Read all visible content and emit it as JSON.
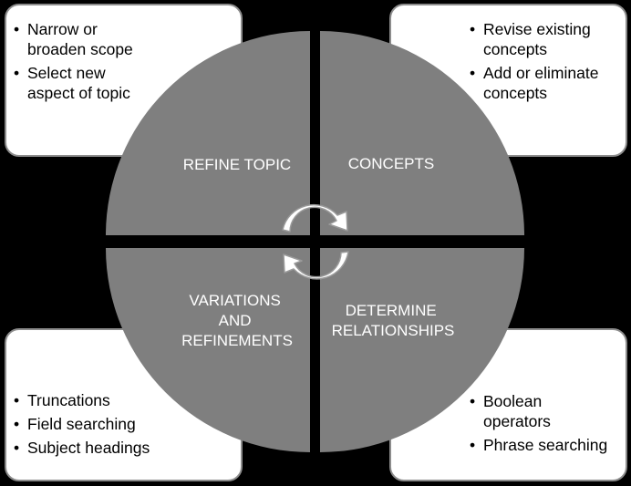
{
  "colors": {
    "frame": "#000000",
    "panel_fill": "#ffffff",
    "panel_border": "#8c8c8c",
    "quadrant_fill": "#7f7f7f",
    "gap": "#ffffff",
    "arrow_fill": "#ffffff",
    "arrow_stroke": "#9a9a9a",
    "label_text": "#ffffff",
    "bullet_text": "#000000"
  },
  "quadrants": [
    {
      "id": "top-left",
      "label_lines": [
        "REFINE TOPIC"
      ],
      "bullets": [
        [
          "Narrow or",
          "broaden scope"
        ],
        [
          "Select new",
          "aspect of topic"
        ]
      ]
    },
    {
      "id": "top-right",
      "label_lines": [
        "CONCEPTS"
      ],
      "bullets": [
        [
          "Revise existing",
          "concepts"
        ],
        [
          "Add or eliminate",
          "concepts"
        ]
      ]
    },
    {
      "id": "bottom-left",
      "label_lines": [
        "VARIATIONS",
        "AND",
        "REFINEMENTS"
      ],
      "bullets": [
        [
          "Truncations"
        ],
        [
          "Field searching"
        ],
        [
          "Subject headings"
        ]
      ]
    },
    {
      "id": "bottom-right",
      "label_lines": [
        "DETERMINE",
        "RELATIONSHIPS"
      ],
      "bullets": [
        [
          "Boolean",
          "operators"
        ],
        [
          "Phrase searching"
        ]
      ]
    }
  ],
  "center_icon": "cycle-arrows-icon"
}
